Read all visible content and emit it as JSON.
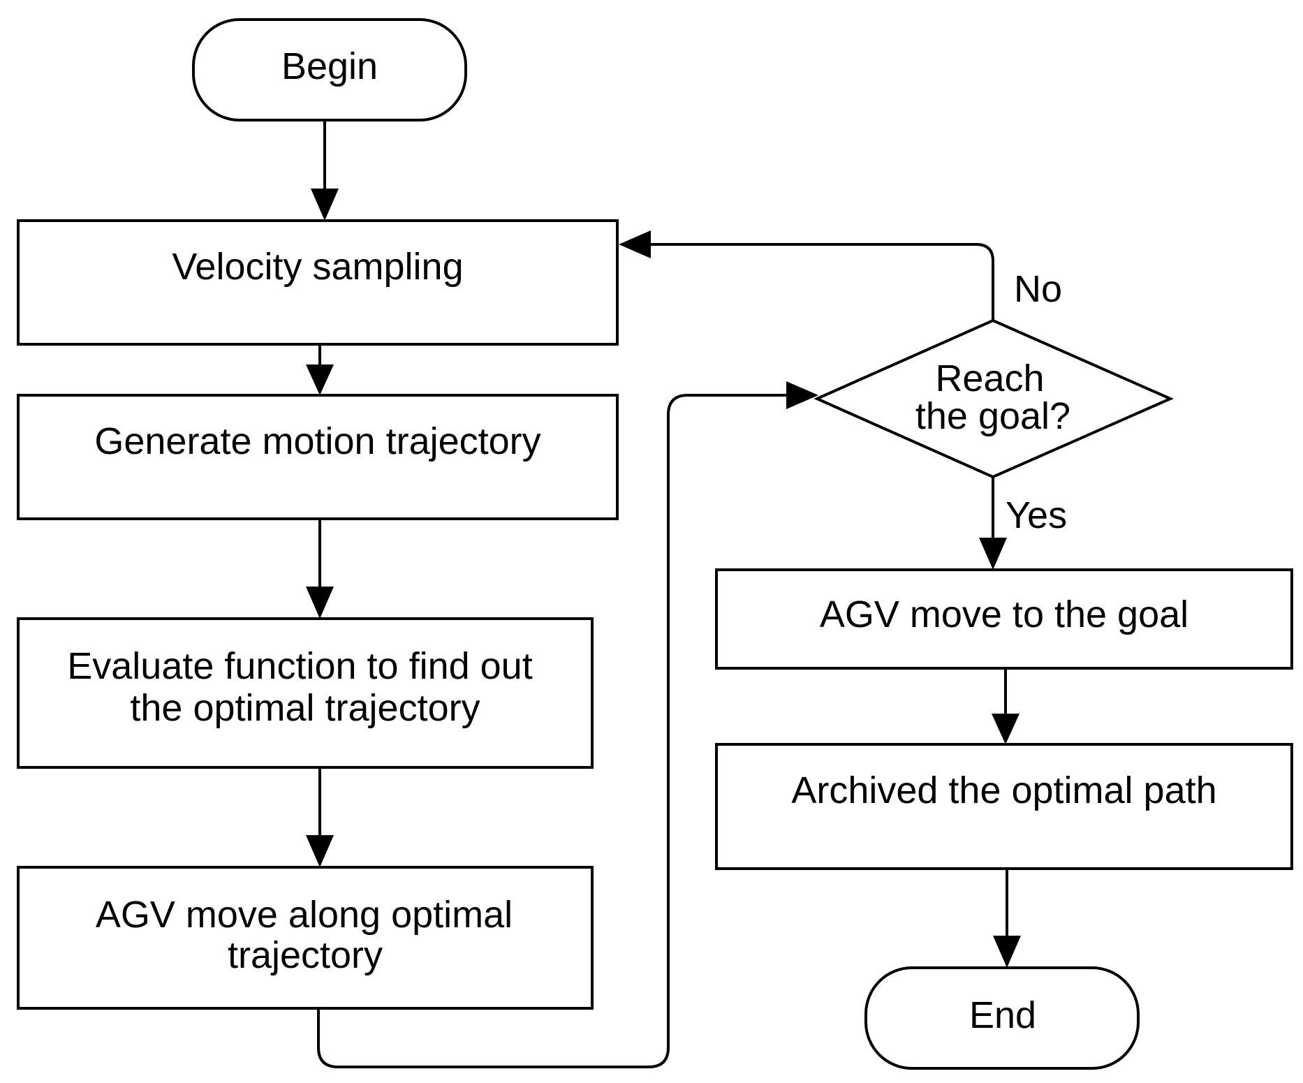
{
  "nodes": {
    "begin": "Begin",
    "velocity_sampling": "Velocity sampling",
    "generate_trajectory": "Generate motion trajectory",
    "evaluate_function": [
      "Evaluate function to find out",
      "the optimal trajectory"
    ],
    "agv_move_along": [
      "AGV move along optimal",
      "trajectory"
    ],
    "reach_goal": [
      "Reach",
      "the goal?"
    ],
    "agv_move_to_goal": "AGV move to the goal",
    "archived_path": "Archived the optimal path",
    "end": "End"
  },
  "edges": {
    "no_label": "No",
    "yes_label": "Yes"
  },
  "colors": {
    "stroke": "#000000",
    "fill": "#ffffff",
    "text": "#000000"
  }
}
